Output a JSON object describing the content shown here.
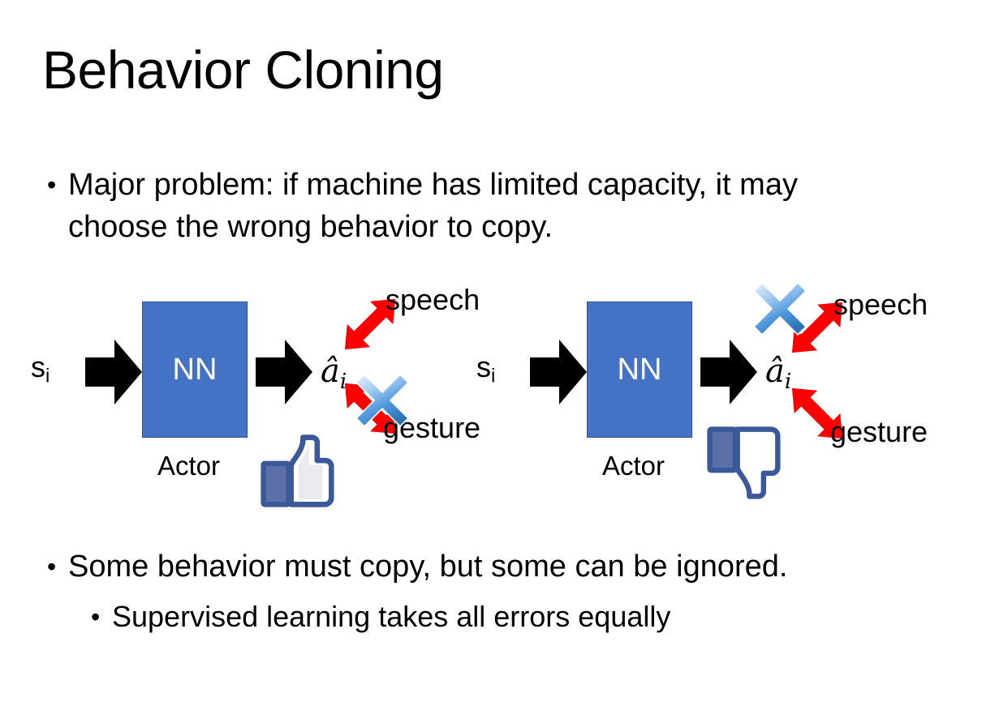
{
  "slide": {
    "title": "Behavior Cloning",
    "background_color": "#ffffff",
    "text_color": "#000000"
  },
  "bullets": [
    {
      "marker": "•",
      "level": 1,
      "text": "Major problem: if machine has limited capacity, it may choose the wrong behavior to copy."
    },
    {
      "marker": "•",
      "level": 1,
      "text": "Some behavior must copy, but some can be ignored."
    },
    {
      "marker": "•",
      "level": 2,
      "text": "Supervised learning takes all errors equally"
    }
  ],
  "diagrams": [
    {
      "id": "left",
      "input_label": "s",
      "input_subscript": "i",
      "network_label": "NN",
      "network_caption": "Actor",
      "network_color": "#4472C4",
      "network_border_color": "#2F528F",
      "output_label": "â",
      "output_subscript": "i",
      "branches": [
        {
          "name": "speech",
          "label": "speech",
          "crossed_out": false
        },
        {
          "name": "gesture",
          "label": "gesture",
          "crossed_out": true
        }
      ],
      "verdict": "thumbs-up",
      "arrow_color": "#FF0000",
      "block_arrow_color": "#000000",
      "x_mark_color": "#3E8EDE"
    },
    {
      "id": "right",
      "input_label": "s",
      "input_subscript": "i",
      "network_label": "NN",
      "network_caption": "Actor",
      "network_color": "#4472C4",
      "network_border_color": "#2F528F",
      "output_label": "â",
      "output_subscript": "i",
      "branches": [
        {
          "name": "speech",
          "label": "speech",
          "crossed_out": true
        },
        {
          "name": "gesture",
          "label": "gesture",
          "crossed_out": false
        }
      ],
      "verdict": "thumbs-down",
      "arrow_color": "#FF0000",
      "block_arrow_color": "#000000",
      "x_mark_color": "#3E8EDE"
    }
  ],
  "icons": {
    "thumbs_up": "thumbs-up-icon",
    "thumbs_down": "thumbs-down-icon",
    "cross": "blue-x-icon",
    "block_arrow": "block-arrow-right-icon",
    "double_arrow": "red-double-headed-arrow-icon",
    "thumb_outline_color": "#3B5998",
    "thumb_fill_color": "#FFFFFF",
    "thumb_cuff_color": "#5B6FA8"
  }
}
